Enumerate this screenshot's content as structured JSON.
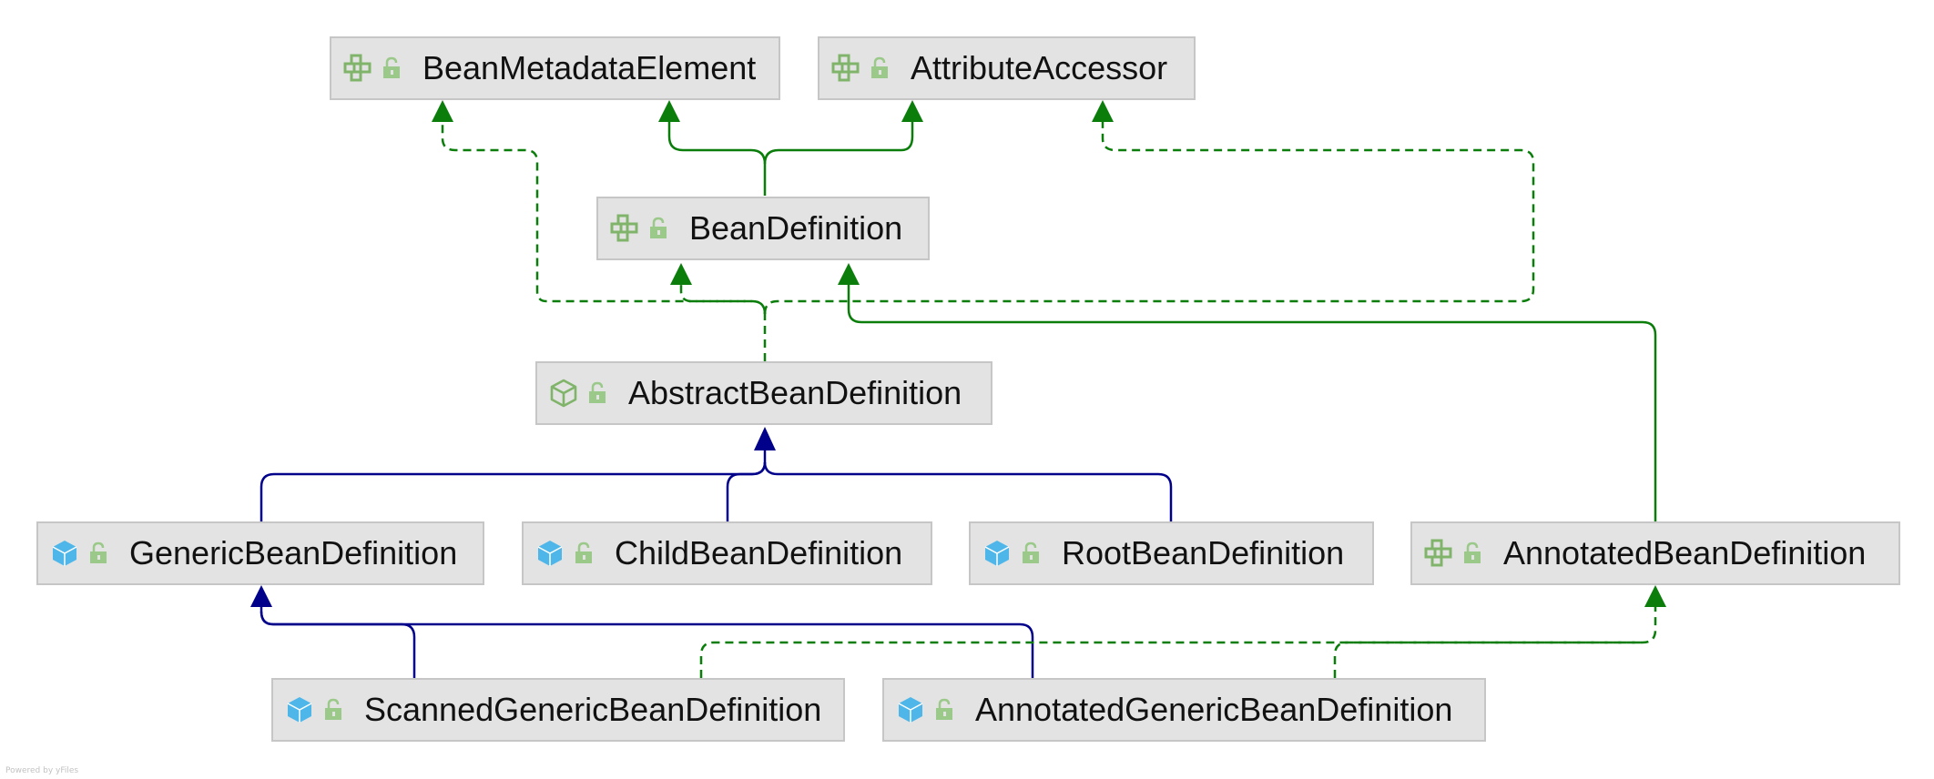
{
  "colors": {
    "node_fill": "#e3e3e3",
    "node_border": "#c6c6c6",
    "implements_edge": "#0a7d0a",
    "extends_edge": "#00008b",
    "interface_icon": "#7fb46a",
    "class_icon": "#4fb6ea"
  },
  "nodes": {
    "bean_metadata_element": {
      "label": "BeanMetadataElement",
      "kind": "interface"
    },
    "attribute_accessor": {
      "label": "AttributeAccessor",
      "kind": "interface"
    },
    "bean_definition": {
      "label": "BeanDefinition",
      "kind": "interface"
    },
    "abstract_bean_definition": {
      "label": "AbstractBeanDefinition",
      "kind": "abstract-class"
    },
    "generic_bean_definition": {
      "label": "GenericBeanDefinition",
      "kind": "class"
    },
    "child_bean_definition": {
      "label": "ChildBeanDefinition",
      "kind": "class"
    },
    "root_bean_definition": {
      "label": "RootBeanDefinition",
      "kind": "class"
    },
    "annotated_bean_definition": {
      "label": "AnnotatedBeanDefinition",
      "kind": "interface"
    },
    "scanned_generic_bean_definition": {
      "label": "ScannedGenericBeanDefinition",
      "kind": "class"
    },
    "annotated_generic_bean_definition": {
      "label": "AnnotatedGenericBeanDefinition",
      "kind": "class"
    }
  },
  "edges": [
    {
      "from": "BeanDefinition",
      "to": "BeanMetadataElement",
      "type": "extends-interface"
    },
    {
      "from": "BeanDefinition",
      "to": "AttributeAccessor",
      "type": "extends-interface"
    },
    {
      "from": "AbstractBeanDefinition",
      "to": "BeanMetadataElement",
      "type": "implements"
    },
    {
      "from": "AbstractBeanDefinition",
      "to": "BeanDefinition",
      "type": "implements"
    },
    {
      "from": "AbstractBeanDefinition",
      "to": "AttributeAccessor",
      "type": "implements"
    },
    {
      "from": "AnnotatedBeanDefinition",
      "to": "BeanDefinition",
      "type": "extends-interface"
    },
    {
      "from": "GenericBeanDefinition",
      "to": "AbstractBeanDefinition",
      "type": "extends"
    },
    {
      "from": "ChildBeanDefinition",
      "to": "AbstractBeanDefinition",
      "type": "extends"
    },
    {
      "from": "RootBeanDefinition",
      "to": "AbstractBeanDefinition",
      "type": "extends"
    },
    {
      "from": "ScannedGenericBeanDefinition",
      "to": "GenericBeanDefinition",
      "type": "extends"
    },
    {
      "from": "AnnotatedGenericBeanDefinition",
      "to": "GenericBeanDefinition",
      "type": "extends"
    },
    {
      "from": "ScannedGenericBeanDefinition",
      "to": "AnnotatedBeanDefinition",
      "type": "implements"
    },
    {
      "from": "AnnotatedGenericBeanDefinition",
      "to": "AnnotatedBeanDefinition",
      "type": "implements"
    }
  ],
  "footer": "Powered by yFiles",
  "icons": {
    "interface": "interface-icon",
    "abstract_class": "abstract-class-icon",
    "class": "class-icon",
    "visibility": "public-unlock-icon"
  }
}
